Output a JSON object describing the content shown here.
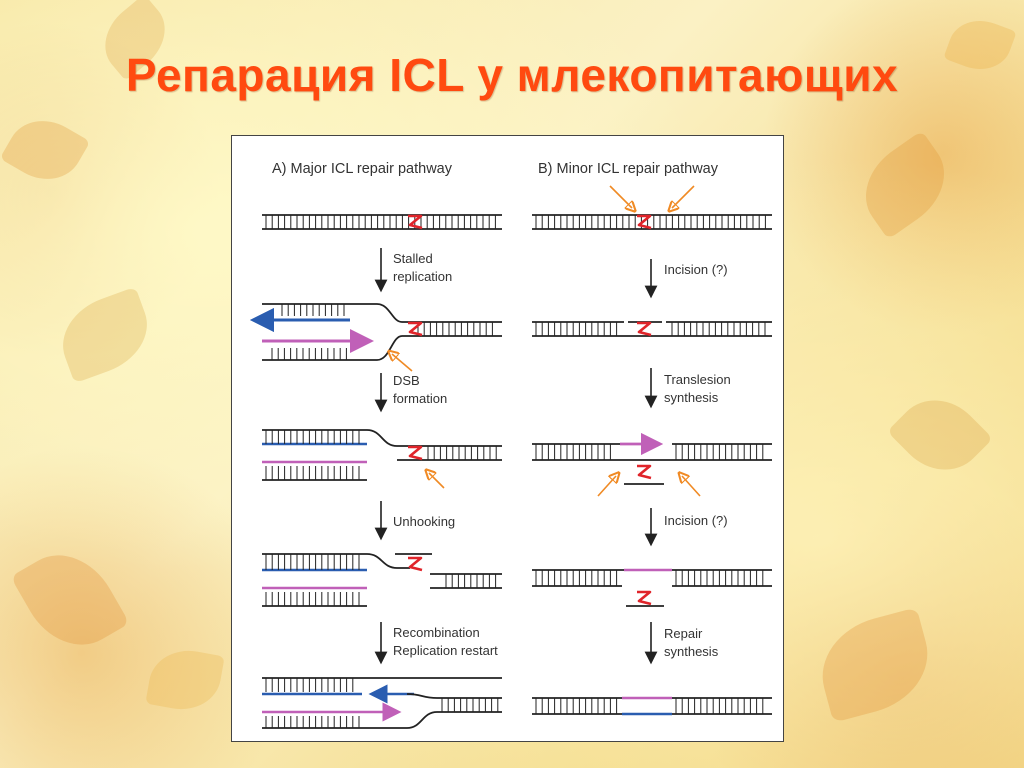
{
  "slide": {
    "title": "Репарация ICL у млекопитающих"
  },
  "figure": {
    "panel_a": {
      "header": "A) Major ICL repair pathway",
      "steps": [
        {
          "line1": "Stalled",
          "line2": "replication"
        },
        {
          "line1": "DSB",
          "line2": "formation"
        },
        {
          "line1": "Unhooking",
          "line2": ""
        },
        {
          "line1": "Recombination",
          "line2": "Replication restart"
        }
      ]
    },
    "panel_b": {
      "header": "B) Minor ICL repair pathway",
      "steps": [
        {
          "line1": "Incision (?)",
          "line2": ""
        },
        {
          "line1": "Translesion",
          "line2": "synthesis"
        },
        {
          "line1": "Incision (?)",
          "line2": ""
        },
        {
          "line1": "Repair",
          "line2": "synthesis"
        }
      ]
    }
  },
  "colors": {
    "title": "#ff4a10",
    "dna": "#222222",
    "crosslink": "#e0242a",
    "new_strand_blue": "#2a5db0",
    "new_strand_pink": "#c060b8",
    "cut_arrow": "#f08a24"
  }
}
